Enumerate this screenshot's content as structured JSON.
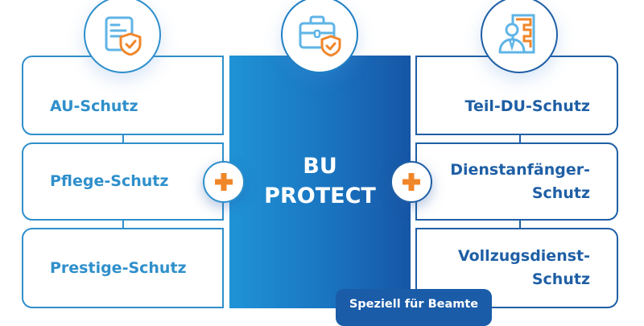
{
  "center": {
    "title_line1": "BU",
    "title_line2": "PROTECT",
    "icon": "briefcase-shield-icon",
    "gradient": [
      "#1f93d6",
      "#1656a6"
    ]
  },
  "left_column": {
    "icon": "document-shield-icon",
    "color": "#2f8fcb",
    "items": [
      {
        "label": "AU-Schutz"
      },
      {
        "label": "Pflege-Schutz"
      },
      {
        "label": "Prestige-Schutz"
      }
    ]
  },
  "right_column": {
    "icon": "civil-servant-files-icon",
    "color": "#1f5fa5",
    "items": [
      {
        "label": "Teil-DU-Schutz"
      },
      {
        "line1": "Dienstanfänger-",
        "line2": "Schutz"
      },
      {
        "line1": "Vollzugsdienst-",
        "line2": "Schutz"
      }
    ]
  },
  "connectors": {
    "left_plus": "+",
    "right_plus": "+",
    "plus_color": "#f0862a"
  },
  "badge": {
    "label": "Speziell für Beamte",
    "color": "#1a5ca8"
  }
}
